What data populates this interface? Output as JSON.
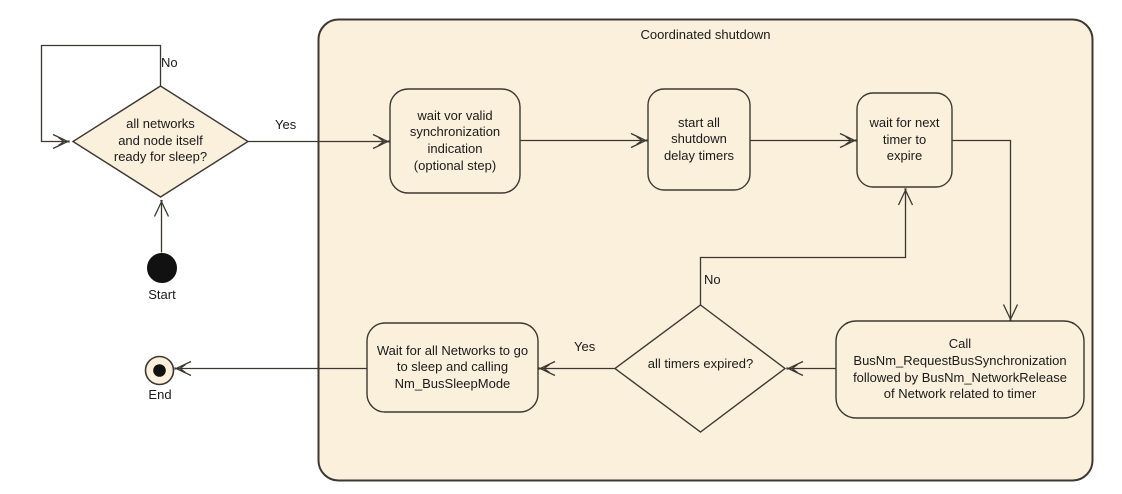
{
  "region": {
    "title": "Coordinated shutdown"
  },
  "start": {
    "label": "Start"
  },
  "end": {
    "label": "End"
  },
  "decisions": {
    "networks_ready": {
      "text": "all networks\nand node itself\nready for sleep?",
      "no_label": "No",
      "yes_label": "Yes"
    },
    "timers_expired": {
      "text": "all timers expired?",
      "no_label": "No",
      "yes_label": "Yes"
    }
  },
  "actions": {
    "wait_sync": "wait vor valid\nsynchronization\nindication\n(optional step)",
    "start_timers": "start all\nshutdown\ndelay timers",
    "wait_timer": "wait for next\ntimer to\nexpire",
    "call_release": "Call\nBusNm_RequestBusSynchronization\nfollowed by BusNm_NetworkRelease\nof Network related to timer",
    "wait_networks": "Wait for all Networks to go\nto sleep and calling\nNm_BusSleepMode"
  },
  "colors": {
    "node_fill": "#FBF0DC",
    "stroke": "#3C3831",
    "background": "#FFFFFF",
    "text": "#1A1A1A",
    "start_end_fill": "#111111"
  }
}
